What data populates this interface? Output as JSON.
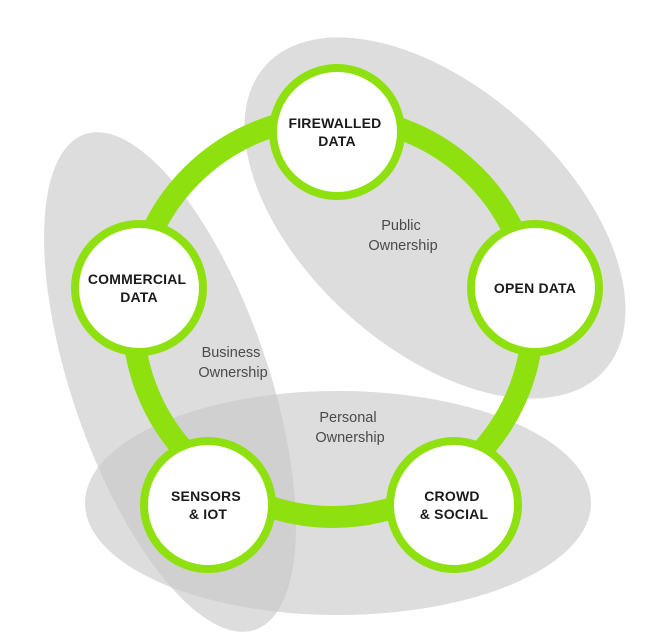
{
  "colors": {
    "ring": "#8fe00f",
    "region_fill": "#c8c8c8",
    "node_fill": "#ffffff",
    "node_stroke": "#8fe00f",
    "text": "#1a1a1a",
    "region_text": "#4a4a4a"
  },
  "regions": {
    "public": {
      "line1": "Public",
      "line2": "Ownership"
    },
    "business": {
      "line1": "Business",
      "line2": "Ownership"
    },
    "personal": {
      "line1": "Personal",
      "line2": "Ownership"
    }
  },
  "nodes": {
    "firewalled": {
      "line1": "FIREWALLED",
      "line2": "DATA"
    },
    "open": {
      "line1": "OPEN DATA"
    },
    "commercial": {
      "line1": "COMMERCIAL",
      "line2": "DATA"
    },
    "sensors": {
      "line1": "SENSORS",
      "line2": "& IOT"
    },
    "crowd": {
      "line1": "CROWD",
      "line2": "& SOCIAL"
    }
  }
}
